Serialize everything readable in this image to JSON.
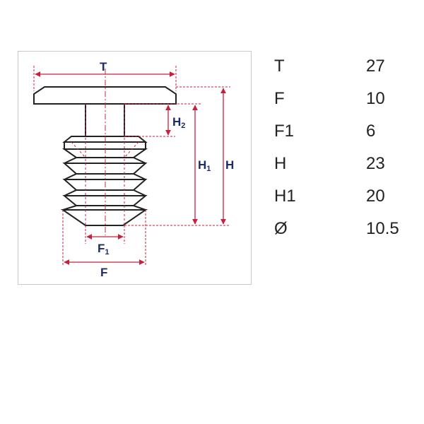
{
  "diagram": {
    "labels": {
      "t": "T",
      "h2": "H2",
      "h1": "H1",
      "h": "H",
      "f1": "F1",
      "f": "F"
    },
    "colors": {
      "dimension_line": "#c8203c",
      "outline": "#222222",
      "label": "#1f2a6b"
    }
  },
  "specs": [
    {
      "label": "T",
      "value": "27"
    },
    {
      "label": "F",
      "value": "10"
    },
    {
      "label": "F1",
      "value": "6"
    },
    {
      "label": "H",
      "value": "23"
    },
    {
      "label": "H1",
      "value": "20"
    },
    {
      "label": "Ø",
      "value": "10.5"
    }
  ]
}
